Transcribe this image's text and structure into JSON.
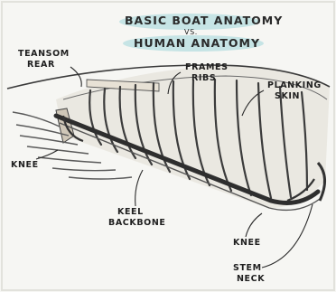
{
  "title": {
    "line1": "Basic Boat Anatomy",
    "vs": "vs.",
    "line2": "Human Anatomy"
  },
  "labels": {
    "transom": "Teansom",
    "transom_sub": "Rear",
    "frames": "Frames",
    "frames_sub": "Ribs",
    "planking": "Planking",
    "planking_sub": "Skin",
    "knee_left": "Knee",
    "keel": "Keel",
    "keel_sub": "Backbone",
    "knee_right": "Knee",
    "stem": "Stem",
    "stem_sub": "Neck"
  },
  "colors": {
    "paper": "#f4f4f0",
    "highlight": "#a8d5d9",
    "wood": "#d8d0c2",
    "ink": "#2b2b2b"
  }
}
